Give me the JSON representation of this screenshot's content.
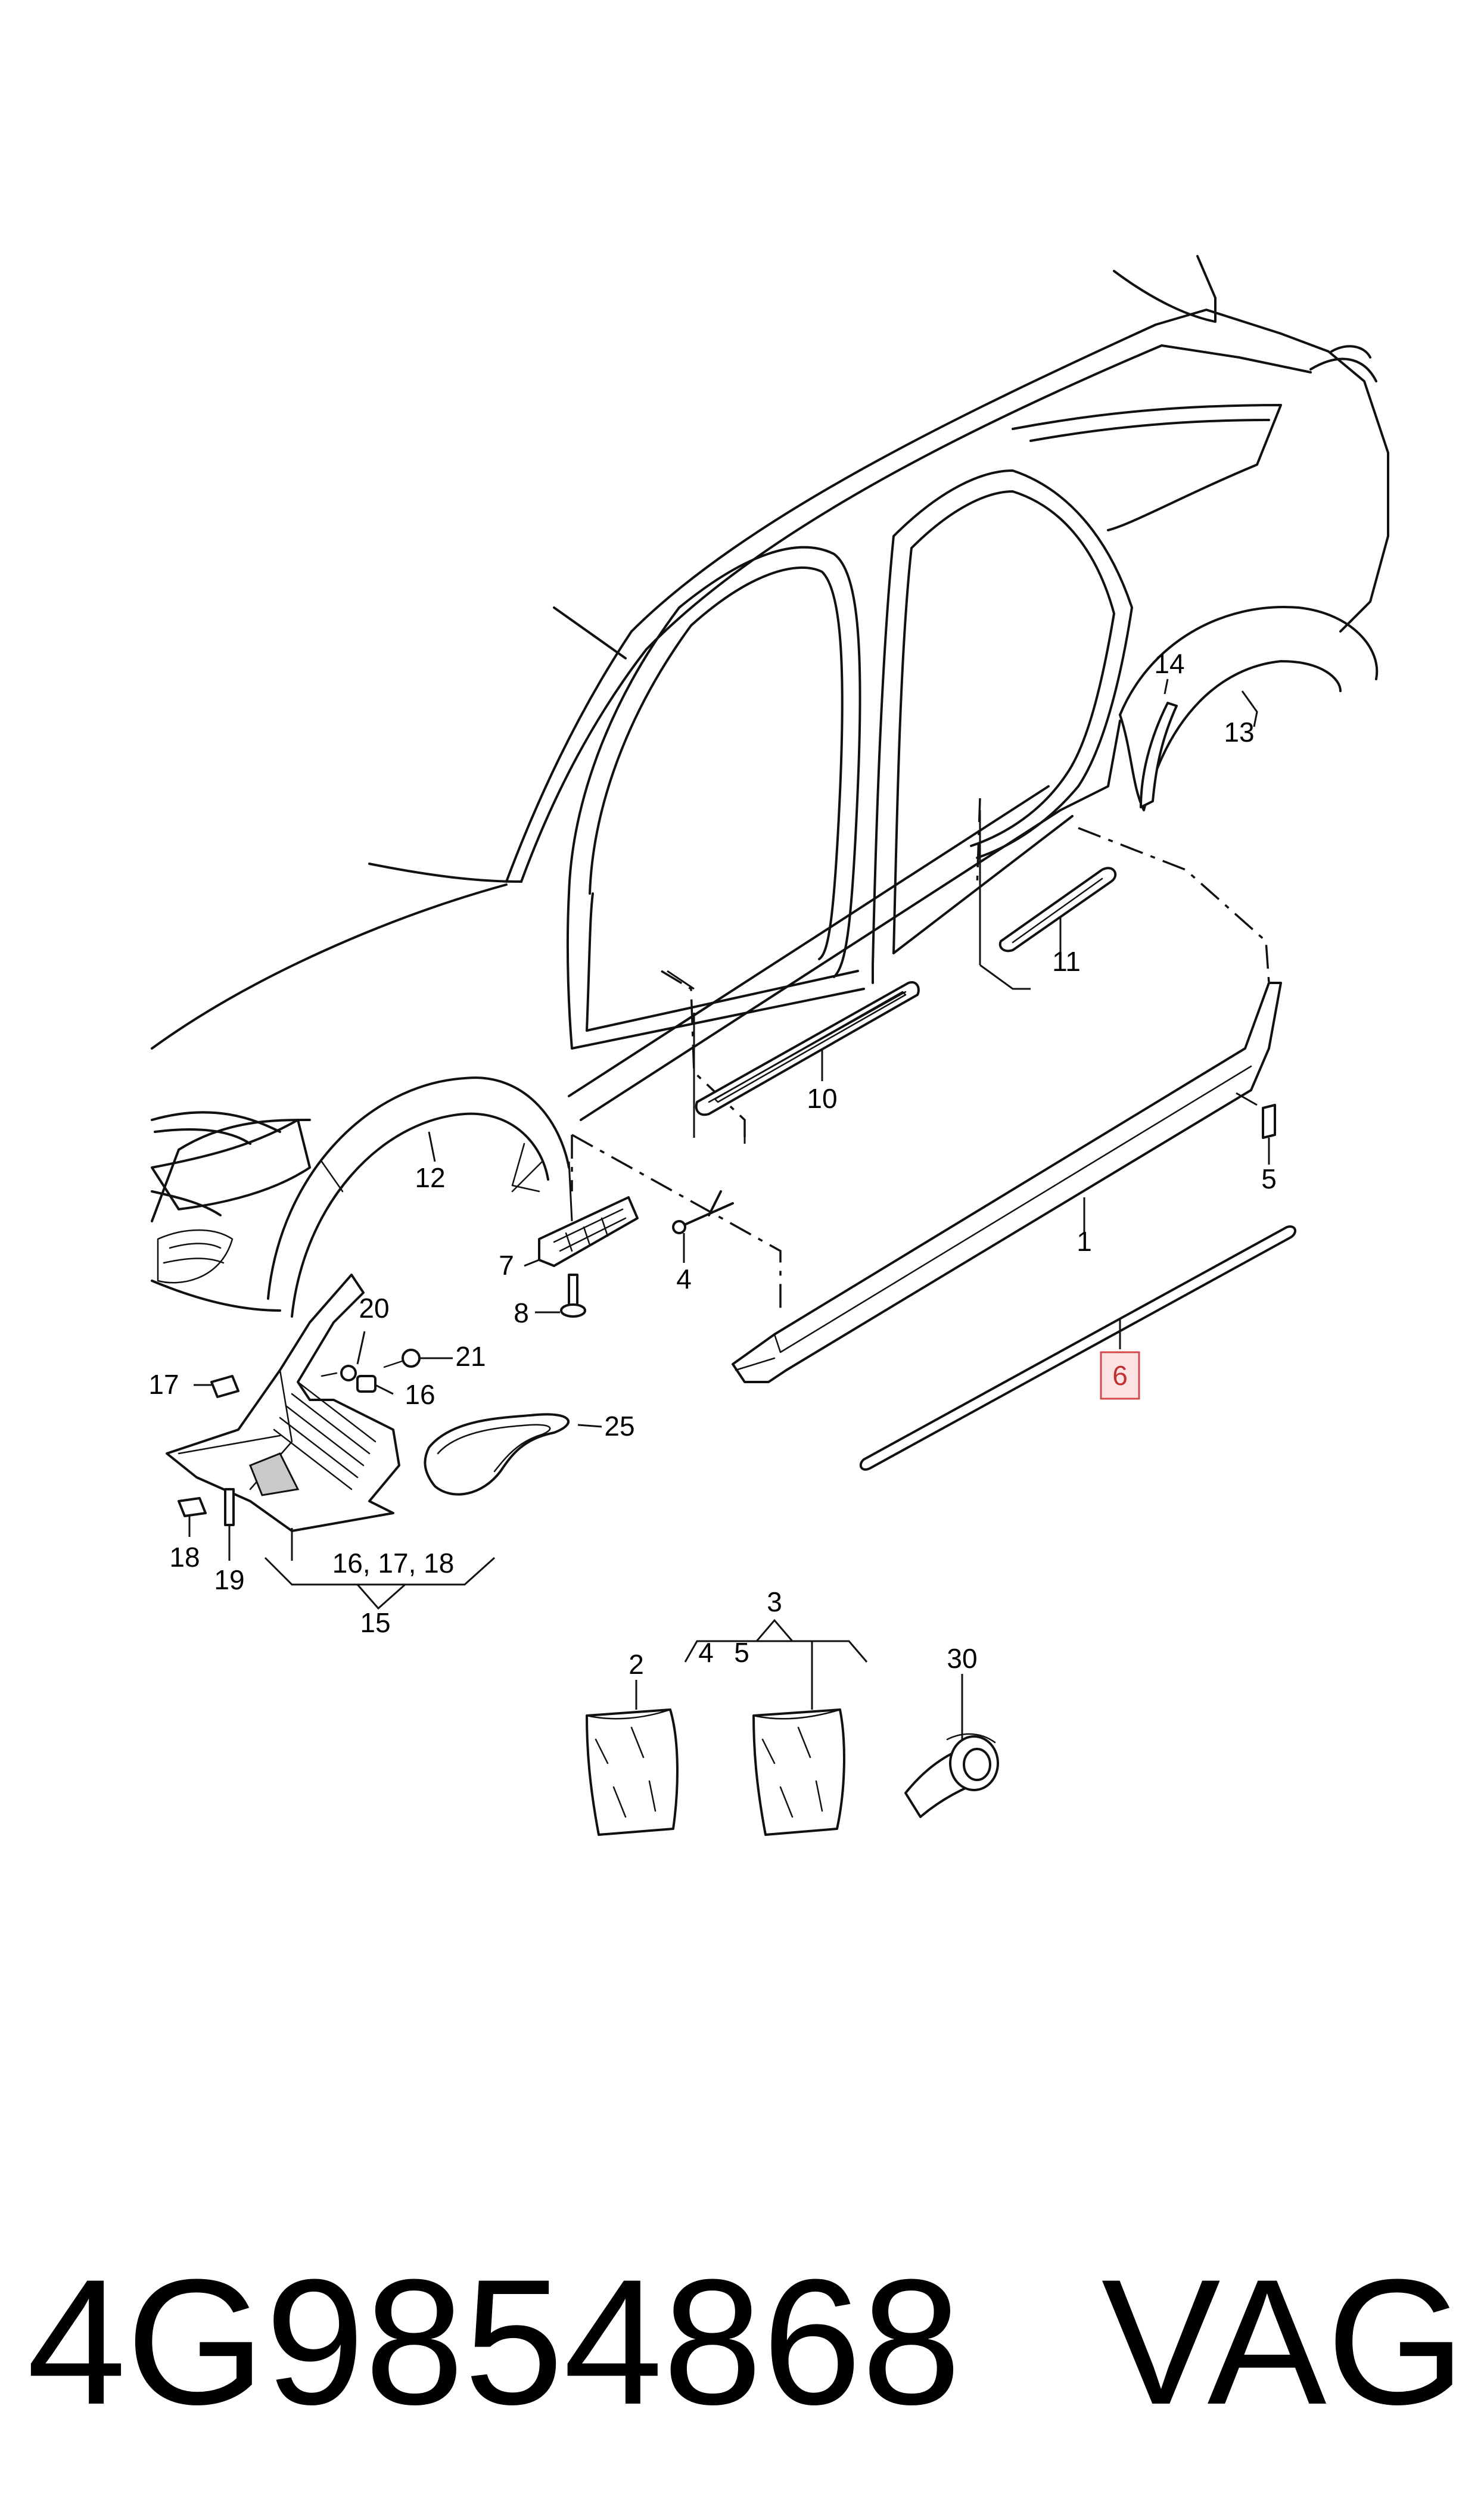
{
  "diagram": {
    "callouts": [
      {
        "id": "c1",
        "label": "1"
      },
      {
        "id": "c2",
        "label": "2"
      },
      {
        "id": "c3",
        "label": "3"
      },
      {
        "id": "c3-4",
        "label": "4"
      },
      {
        "id": "c3-5",
        "label": "5"
      },
      {
        "id": "c4",
        "label": "4"
      },
      {
        "id": "c5",
        "label": "5"
      },
      {
        "id": "c6",
        "label": "6"
      },
      {
        "id": "c7",
        "label": "7"
      },
      {
        "id": "c8",
        "label": "8"
      },
      {
        "id": "c10",
        "label": "10"
      },
      {
        "id": "c11",
        "label": "11"
      },
      {
        "id": "c12",
        "label": "12"
      },
      {
        "id": "c13",
        "label": "13"
      },
      {
        "id": "c14",
        "label": "14"
      },
      {
        "id": "c15",
        "label": "15"
      },
      {
        "id": "c16",
        "label": "16"
      },
      {
        "id": "c16-17-18",
        "label": "16, 17, 18"
      },
      {
        "id": "c17",
        "label": "17"
      },
      {
        "id": "c18",
        "label": "18"
      },
      {
        "id": "c19",
        "label": "19"
      },
      {
        "id": "c20",
        "label": "20"
      },
      {
        "id": "c21",
        "label": "21"
      },
      {
        "id": "c25",
        "label": "25"
      },
      {
        "id": "c30",
        "label": "30"
      }
    ],
    "highlighted_callout": "6",
    "highlight_color": "#d24a4a",
    "line_color": "#111111"
  },
  "footer": {
    "part_number": "4G9854868",
    "brand": "VAG"
  }
}
